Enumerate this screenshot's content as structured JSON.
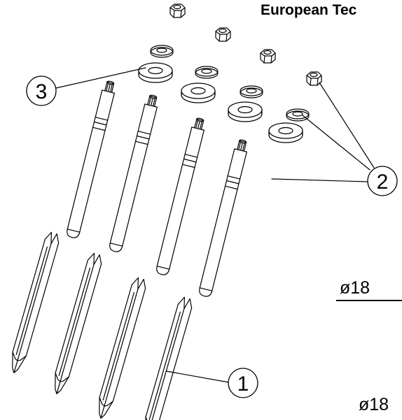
{
  "header": {
    "title": "European Tec"
  },
  "dimensions": [
    {
      "text": "ø18"
    },
    {
      "text": "ø18"
    }
  ],
  "callouts": [
    {
      "number": "1",
      "part": "spike-blade"
    },
    {
      "number": "2",
      "part": "nut-washer-rod"
    },
    {
      "number": "3",
      "part": "washer"
    }
  ],
  "colors": {
    "line": "#000000",
    "background": "#ffffff"
  }
}
